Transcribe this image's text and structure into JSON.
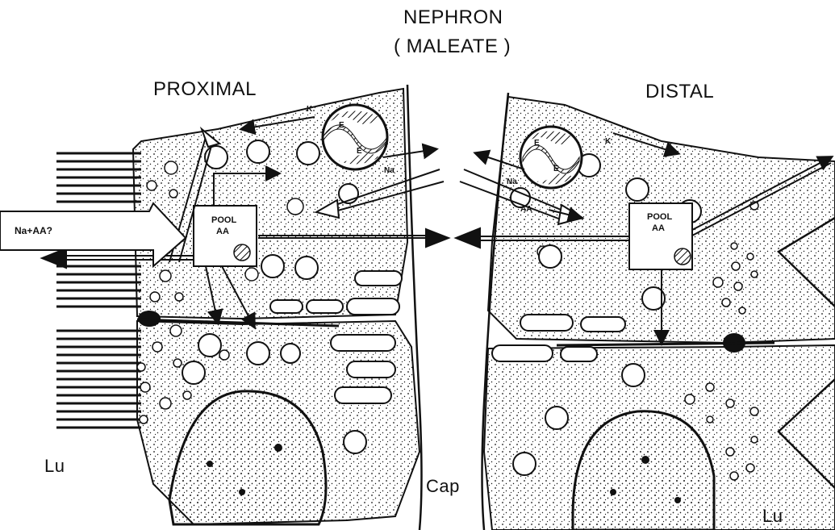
{
  "title": {
    "line1": "NEPHRON",
    "line2": "( MALEATE )"
  },
  "labels": {
    "proximal": "PROXIMAL",
    "distal": "DISTAL",
    "lumen_left": "Lu",
    "lumen_right": "Lu",
    "capillary": "Cap"
  },
  "proximal_cell": {
    "pool_line1": "POOL",
    "pool_line2": "AA",
    "entry_label": "Na+AA?",
    "na_label": "Na",
    "k_label": "K",
    "enzyme_labels": [
      "E",
      "E"
    ]
  },
  "distal_cell": {
    "pool_line1": "POOL",
    "pool_line2": "AA",
    "na_label": "Na",
    "aa_label": "AA",
    "k_label": "K",
    "enzyme_labels": [
      "E",
      "E"
    ]
  },
  "colors": {
    "ink": "#111111",
    "paper": "#ffffff"
  }
}
